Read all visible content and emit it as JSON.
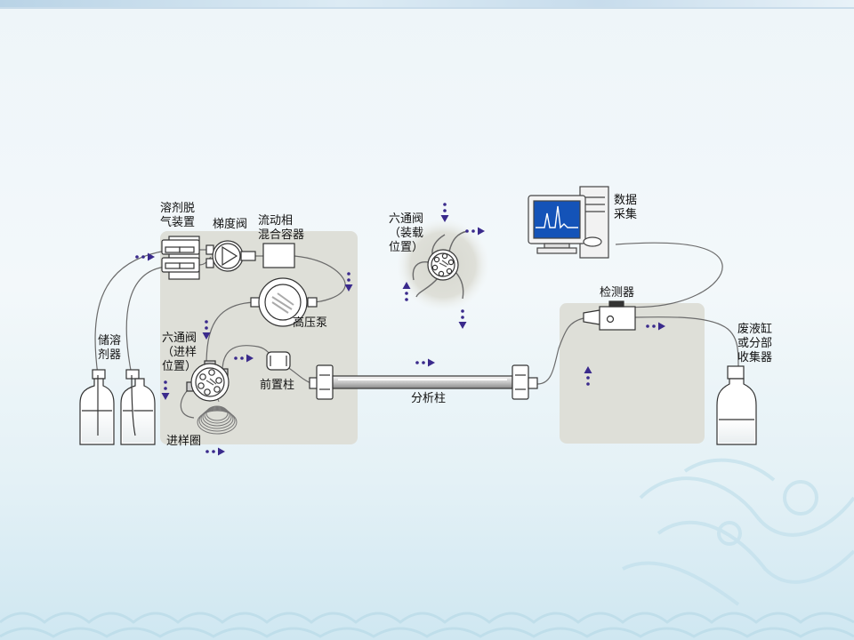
{
  "labels": {
    "degasser": "溶剂脱\n气装置",
    "gradient_valve": "梯度阀",
    "mixer": "流动相\n混合容器",
    "hp_pump": "高压泵",
    "reservoir": "储溶\n剂器",
    "six_valve_inject": "六通阀\n（进样\n位置）",
    "precolumn": "前置柱",
    "sample_loop": "进样圈",
    "six_valve_load": "六通阀\n（装载\n位置）",
    "column": "分析柱",
    "detector": "检测器",
    "data_acq": "数据\n采集",
    "waste": "废液缸\n或分部\n收集器"
  },
  "colors": {
    "arrow": "#3a2a8c",
    "module_bg": "#dedfd8",
    "line": "#6b6b6b"
  }
}
